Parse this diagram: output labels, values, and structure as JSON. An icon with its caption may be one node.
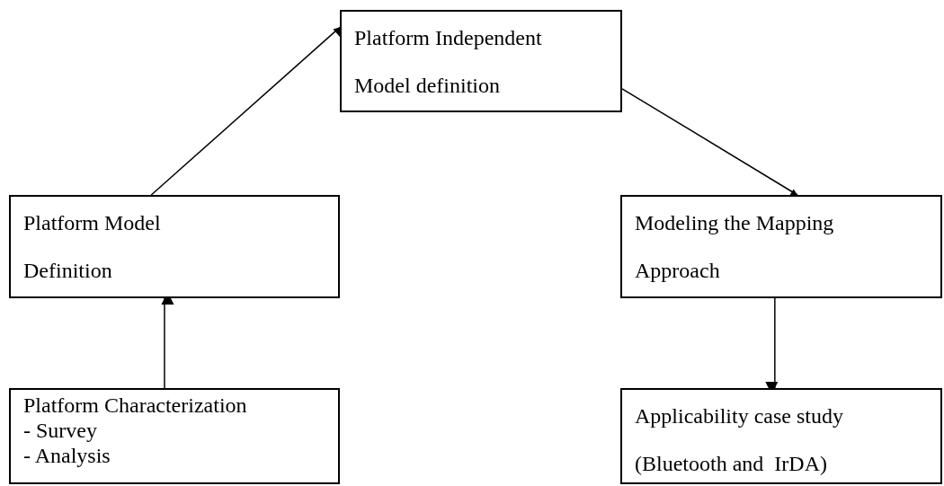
{
  "diagram": {
    "nodes": [
      {
        "text": [
          "Platform Independent Model definition"
        ]
      },
      {
        "text": [
          "Platform Model Definition"
        ]
      },
      {
        "text": [
          "Modeling the Mapping Approach"
        ]
      },
      {
        "text": [
          "Platform Characterization",
          "- Survey",
          "- Analysis"
        ]
      },
      {
        "text": [
          "Applicability case study (Bluetooth and  IrDA)"
        ]
      }
    ],
    "edges": [
      {
        "from": 1,
        "to": 0,
        "arrow": "to"
      },
      {
        "from": 0,
        "to": 2,
        "arrow": "to"
      },
      {
        "from": 3,
        "to": 1,
        "arrow": "to"
      },
      {
        "from": 2,
        "to": 4,
        "arrow": "to"
      }
    ]
  }
}
